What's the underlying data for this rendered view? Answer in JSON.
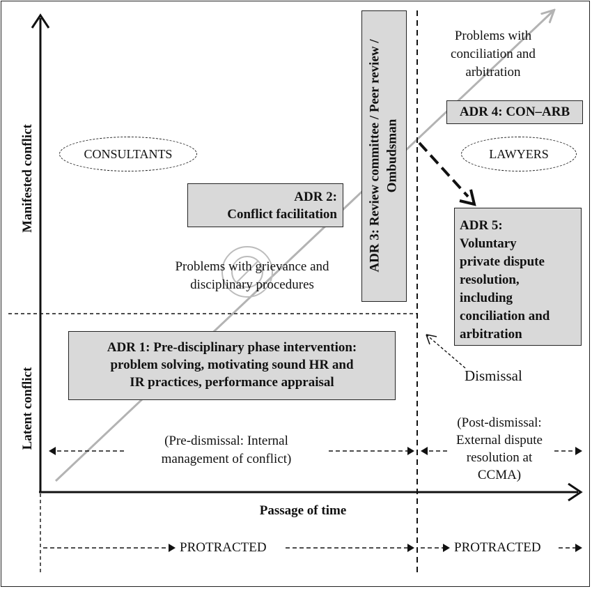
{
  "axes": {
    "y_label_top": "Manifested conflict",
    "y_label_bottom": "Latent conflict",
    "x_label": "Passage of time"
  },
  "stakeholders": {
    "left": "CONSULTANTS",
    "right": "LAWYERS"
  },
  "boxes": {
    "adr1": {
      "line1": "ADR 1: Pre-disciplinary phase intervention:",
      "line2": "problem solving, motivating sound HR and",
      "line3": "IR practices, performance appraisal"
    },
    "adr2": {
      "line1": "ADR 2:",
      "line2": "Conflict facilitation"
    },
    "adr3": {
      "line1": "ADR 3: Review committee / Peer review /",
      "line2": "Ombudsman"
    },
    "adr4": {
      "line1": "ADR 4: CON–ARB"
    },
    "adr5": {
      "line1": "ADR 5:",
      "line2": "Voluntary",
      "line3": "private dispute",
      "line4": "resolution,",
      "line5": "including",
      "line6": "conciliation and",
      "line7": "arbitration"
    }
  },
  "notes": {
    "grievance": {
      "line1": "Problems with grievance and",
      "line2": "disciplinary procedures"
    },
    "conciliation": {
      "line1": "Problems with",
      "line2": "conciliation and",
      "line3": "arbitration"
    },
    "dismissal": "Dismissal",
    "pre_dismissal": {
      "line1": "(Pre-dismissal: Internal",
      "line2": "management of conflict)"
    },
    "post_dismissal": {
      "line1": "(Post-dismissal:",
      "line2": "External dispute",
      "line3": "resolution at",
      "line4": "CCMA)"
    }
  },
  "timeline": {
    "left": "PROTRACTED",
    "right": "PROTRACTED"
  },
  "colors": {
    "box_fill": "#d9d9d9",
    "trend_arrow": "#b3b3b3",
    "ink": "#111111"
  }
}
